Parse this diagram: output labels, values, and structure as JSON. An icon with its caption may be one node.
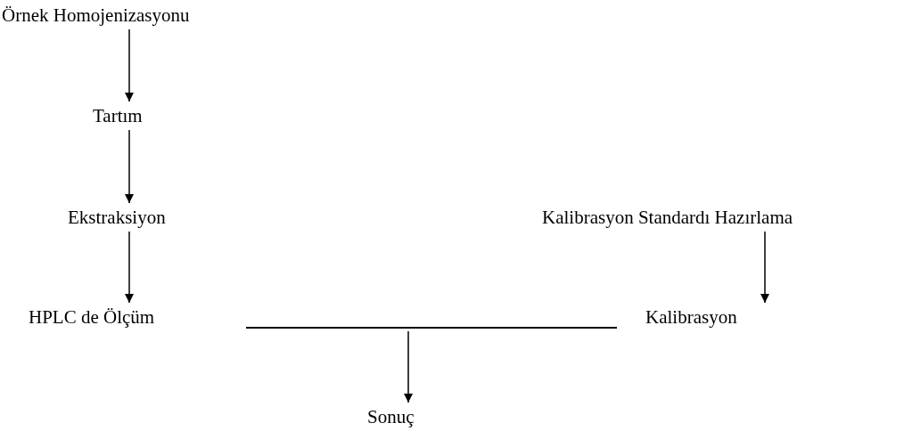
{
  "diagram": {
    "nodes": [
      {
        "text": [
          "Örnek Homojenizasyonu"
        ]
      },
      {
        "text": [
          "Tartım"
        ]
      },
      {
        "text": [
          "Ekstraksiyon"
        ]
      },
      {
        "text": [
          "HPLC de Ölçüm"
        ]
      },
      {
        "text": [
          "Kalibrasyon Standardı Hazırlama"
        ]
      },
      {
        "text": [
          "Kalibrasyon"
        ]
      },
      {
        "text": [],
        "shape": "bar"
      },
      {
        "text": [
          "Sonuç"
        ]
      }
    ],
    "edges": [
      {
        "from": 0,
        "to": 1,
        "arrow": "to"
      },
      {
        "from": 1,
        "to": 2,
        "arrow": "to"
      },
      {
        "from": 2,
        "to": 3,
        "arrow": "to"
      },
      {
        "from": 4,
        "to": 5,
        "arrow": "to"
      },
      {
        "from": 6,
        "to": 7,
        "arrow": "to"
      }
    ]
  }
}
